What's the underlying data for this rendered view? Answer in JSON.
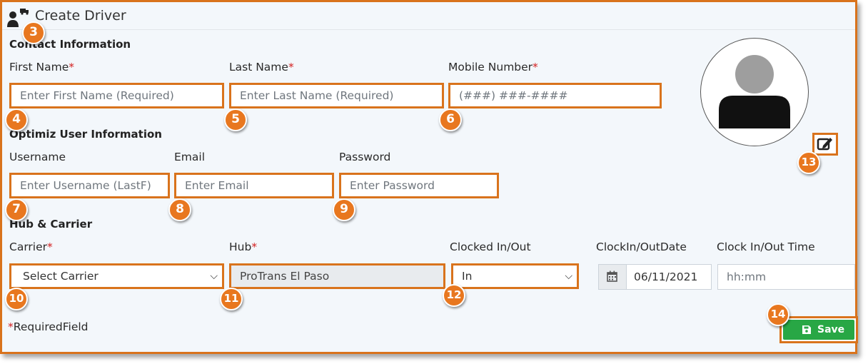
{
  "header": {
    "title": "Create Driver"
  },
  "sections": {
    "contact": "Contact Information",
    "user": "Optimiz User Information",
    "hub": "Hub & Carrier"
  },
  "contact": {
    "first_name": {
      "label": "First Name",
      "required": "*",
      "placeholder": "Enter First Name (Required)"
    },
    "last_name": {
      "label": "Last Name",
      "required": "*",
      "placeholder": "Enter Last Name (Required)"
    },
    "mobile": {
      "label": "Mobile Number",
      "required": "*",
      "placeholder": "(###) ###-####"
    }
  },
  "user": {
    "username": {
      "label": "Username",
      "placeholder": "Enter Username (LastF)"
    },
    "email": {
      "label": "Email",
      "placeholder": "Enter Email"
    },
    "password": {
      "label": "Password",
      "placeholder": "Enter Password"
    }
  },
  "hub_carrier": {
    "carrier": {
      "label": "Carrier",
      "required": "*",
      "selected": "Select Carrier"
    },
    "hub": {
      "label": "Hub",
      "required": "*",
      "value": "ProTrans El Paso"
    },
    "clocked": {
      "label": "Clocked In/Out",
      "selected": "In"
    },
    "clock_date": {
      "label": "ClockIn/OutDate",
      "value": "06/11/2021"
    },
    "clock_time": {
      "label": "Clock In/Out Time",
      "placeholder": "hh:mm"
    }
  },
  "footer": {
    "required_mark": "*",
    "required_note": "RequiredField",
    "save_label": "Save"
  },
  "callouts": [
    "3",
    "4",
    "5",
    "6",
    "7",
    "8",
    "9",
    "10",
    "11",
    "12",
    "13",
    "14"
  ],
  "colors": {
    "accent": "#d9731c",
    "badge": "#e8771f",
    "save": "#28a745",
    "required": "#d32020"
  },
  "icons": [
    "driver-icon",
    "calendar-icon",
    "edit-icon",
    "save-icon",
    "chevron-down-icon",
    "avatar-placeholder"
  ]
}
